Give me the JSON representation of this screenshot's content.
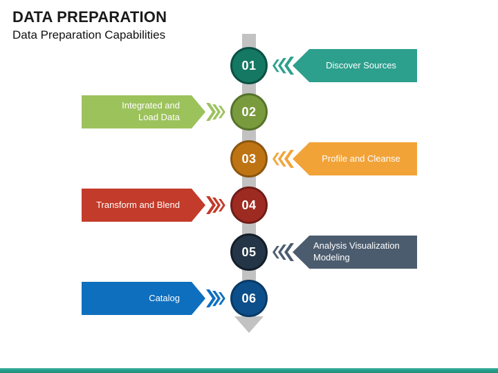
{
  "slide": {
    "title": "DATA PREPARATION",
    "subtitle": "Data Preparation Capabilities"
  },
  "theme": {
    "background": "#ffffff",
    "title_color": "#1a1a1a",
    "timeline_color": "#c2c2c2",
    "footer_bar_color": "#2aa08d"
  },
  "steps": [
    {
      "number": "01",
      "line1": "Discover Sources",
      "line2": "",
      "side": "right",
      "colors": {
        "banner": "#2ca08d",
        "circle_fill": "#147862",
        "circle_border": "#0b5044"
      }
    },
    {
      "number": "02",
      "line1": "Integrated and",
      "line2": "Load Data",
      "side": "left",
      "colors": {
        "banner": "#9cc25c",
        "circle_fill": "#7a9a3e",
        "circle_border": "#567329"
      }
    },
    {
      "number": "03",
      "line1": "Profile and Cleanse",
      "line2": "",
      "side": "right",
      "colors": {
        "banner": "#f2a338",
        "circle_fill": "#bf7414",
        "circle_border": "#8a5610"
      }
    },
    {
      "number": "04",
      "line1": "Transform and Blend",
      "line2": "",
      "side": "left",
      "colors": {
        "banner": "#c33b2a",
        "circle_fill": "#9e2b22",
        "circle_border": "#701d17"
      }
    },
    {
      "number": "05",
      "line1": "Analysis Visualization",
      "line2": "Modeling",
      "side": "right",
      "colors": {
        "banner": "#4c5c6f",
        "circle_fill": "#233546",
        "circle_border": "#131e2a"
      }
    },
    {
      "number": "06",
      "line1": "Catalog",
      "line2": "",
      "side": "left",
      "colors": {
        "banner": "#0e6fbe",
        "circle_fill": "#0d4f8b",
        "circle_border": "#083a65"
      }
    }
  ]
}
